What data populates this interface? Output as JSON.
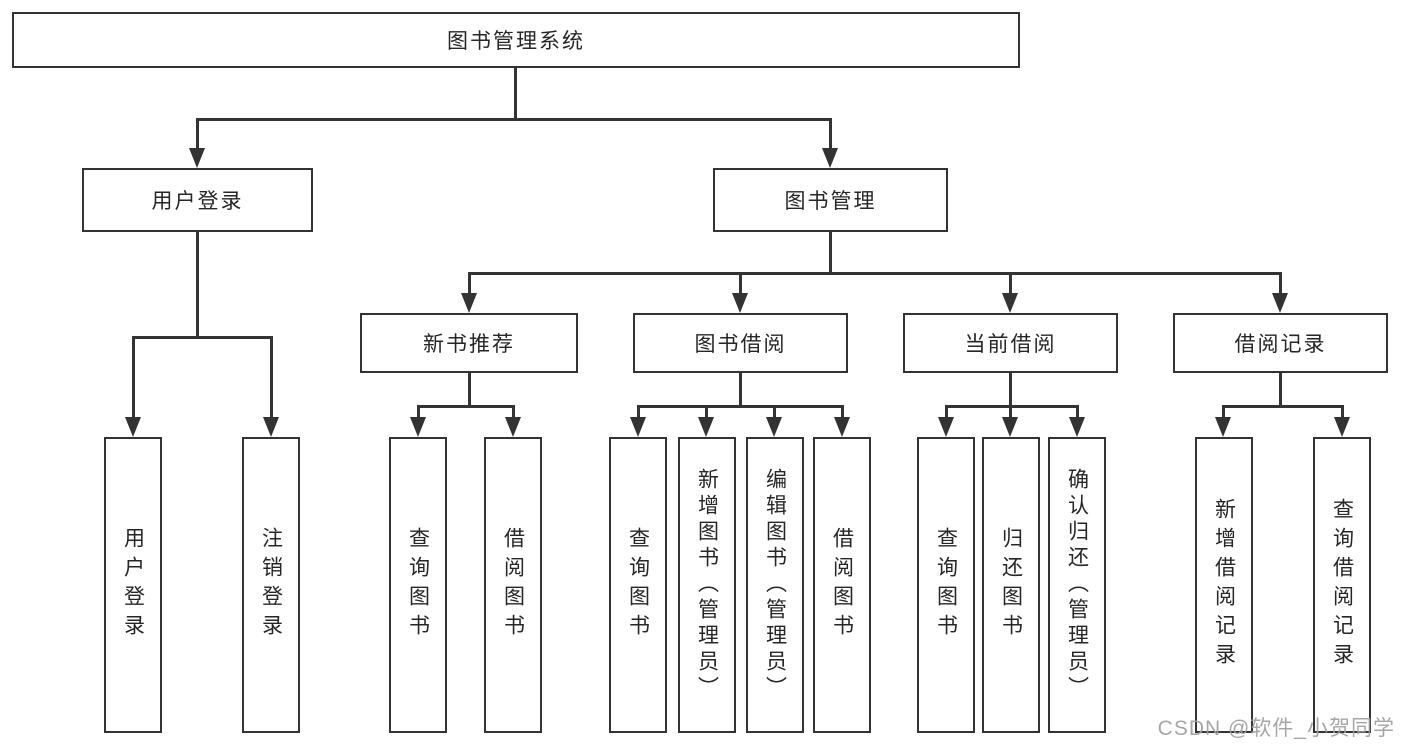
{
  "diagram": {
    "root": "图书管理系统",
    "level2": [
      "用户登录",
      "图书管理"
    ],
    "level3": [
      "新书推荐",
      "图书借阅",
      "当前借阅",
      "借阅记录"
    ],
    "user_login_children": [
      "用户登录",
      "注销登录"
    ],
    "new_books_children": [
      "查询图书",
      "借阅图书"
    ],
    "book_borrow_children": [
      "查询图书",
      "新增图书（管理员）",
      "编辑图书（管理员）",
      "借阅图书"
    ],
    "current_borrow_children": [
      "查询图书",
      "归还图书",
      "确认归还（管理员）"
    ],
    "borrow_records_children": [
      "新增借阅记录",
      "查询借阅记录"
    ]
  },
  "watermark": "CSDN @软件_小贺同学",
  "colors": {
    "line": "#333333",
    "text": "#262626",
    "watermark": "#9e9e9e",
    "background": "#ffffff"
  }
}
